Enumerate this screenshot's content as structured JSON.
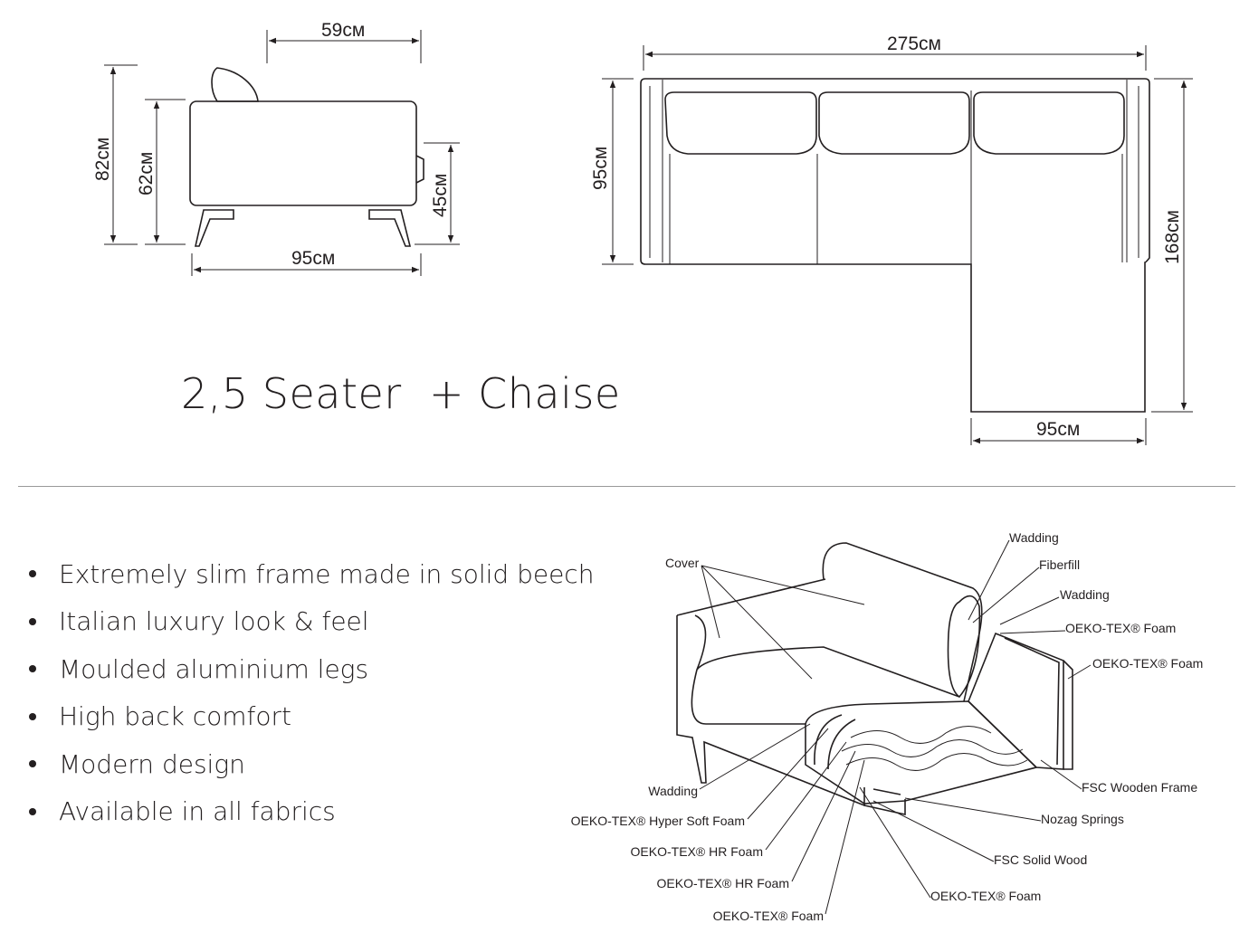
{
  "side_view": {
    "depth_top": "59см",
    "height_total": "82см",
    "height_arm": "62см",
    "height_seat": "45см",
    "depth": "95см"
  },
  "plan_view": {
    "width": "275см",
    "depth": "95см",
    "chaise_length": "168см",
    "chaise_width": "95см"
  },
  "title": "2,5 Seater  + Chaise",
  "features": [
    "Extremely slim frame made in solid beech",
    "Italian luxury look & feel",
    "Moulded aluminium legs",
    "High back comfort",
    "Modern design",
    "Available in all fabrics"
  ],
  "cutaway": {
    "cover": "Cover",
    "wadding_top": "Wadding",
    "fiberfill": "Fiberfill",
    "wadding_2": "Wadding",
    "oeko_foam_1": "OEKO-TEX® Foam",
    "oeko_foam_2": "OEKO-TEX® Foam",
    "fsc_frame": "FSC Wooden Frame",
    "nozag": "Nozag Springs",
    "fsc_solid": "FSC Solid Wood",
    "oeko_foam_3": "OEKO-TEX® Foam",
    "wadding_left": "Wadding",
    "hyper_soft": "OEKO-TEX® Hyper Soft Foam",
    "hr_foam_1": "OEKO-TEX® HR Foam",
    "hr_foam_2": "OEKO-TEX® HR Foam",
    "oeko_foam_4": "OEKO-TEX® Foam"
  }
}
